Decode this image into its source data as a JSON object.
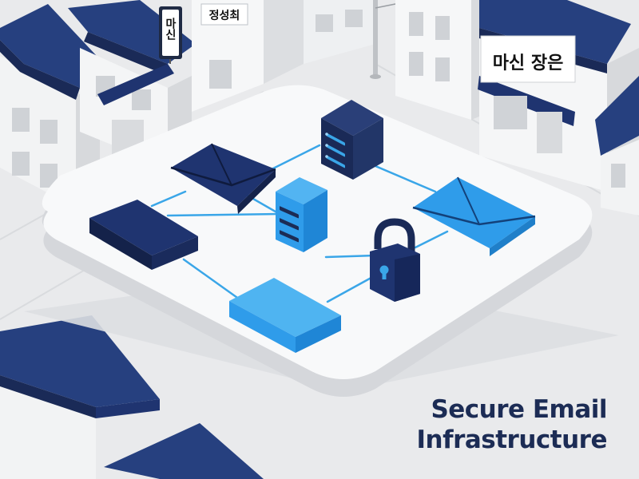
{
  "illustration": {
    "caption": {
      "line1": "Secure Email",
      "line2": "Infrastructure"
    },
    "signs": {
      "vertical_sign": "마신",
      "rooftop_sign": "정성최",
      "shop_sign": "마신 장은"
    },
    "icons": [
      "envelope-icon",
      "envelope-icon",
      "server-icon",
      "server-icon",
      "padlock-icon",
      "network-block-icon",
      "network-block-icon"
    ],
    "colors": {
      "navy": "#1f3470",
      "dark_navy": "#1a2a57",
      "bright_blue": "#2f9cea",
      "line_blue": "#3aa6e8",
      "roof_blue": "#26407f",
      "platform": "#f7f8f9",
      "background": "#e9eaec"
    }
  }
}
